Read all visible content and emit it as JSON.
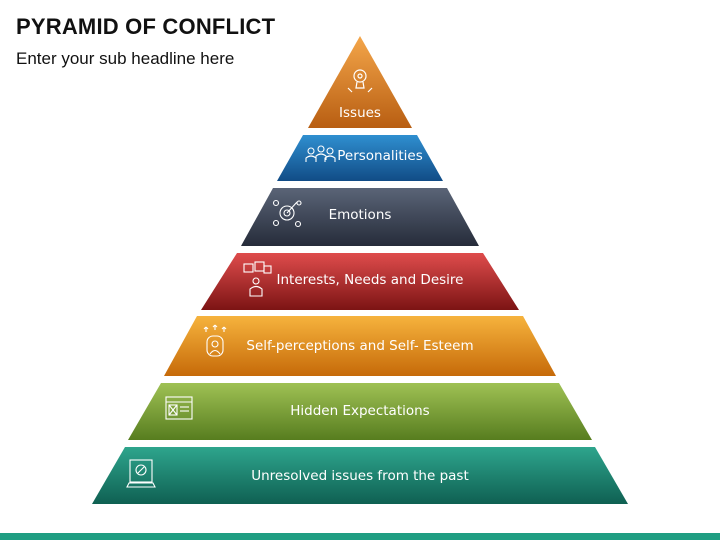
{
  "title": "PYRAMID OF CONFLICT",
  "subtitle": "Enter your sub headline here",
  "footer_color": "#1f9e82",
  "levels": [
    {
      "label": "Issues",
      "icon": "lightbulb-gear-icon",
      "color_top": "#f4a64a",
      "color_bottom": "#b85e12"
    },
    {
      "label": "Personalities",
      "icon": "people-group-icon",
      "color_top": "#2f8fd0",
      "color_bottom": "#114c86"
    },
    {
      "label": "Emotions",
      "icon": "target-network-icon",
      "color_top": "#5a6477",
      "color_bottom": "#262c3a"
    },
    {
      "label": "Interests, Needs and Desire",
      "icon": "person-thoughts-icon",
      "color_top": "#df4c4c",
      "color_bottom": "#7c1414"
    },
    {
      "label": "Self-perceptions and Self- Esteem",
      "icon": "self-reflection-icon",
      "color_top": "#f6b33d",
      "color_bottom": "#c66a09"
    },
    {
      "label": "Hidden Expectations",
      "icon": "document-chart-icon",
      "color_top": "#9fc154",
      "color_bottom": "#577d1f"
    },
    {
      "label": "Unresolved issues from the past",
      "icon": "laptop-icon",
      "color_top": "#2ea58d",
      "color_bottom": "#0f6052"
    }
  ]
}
